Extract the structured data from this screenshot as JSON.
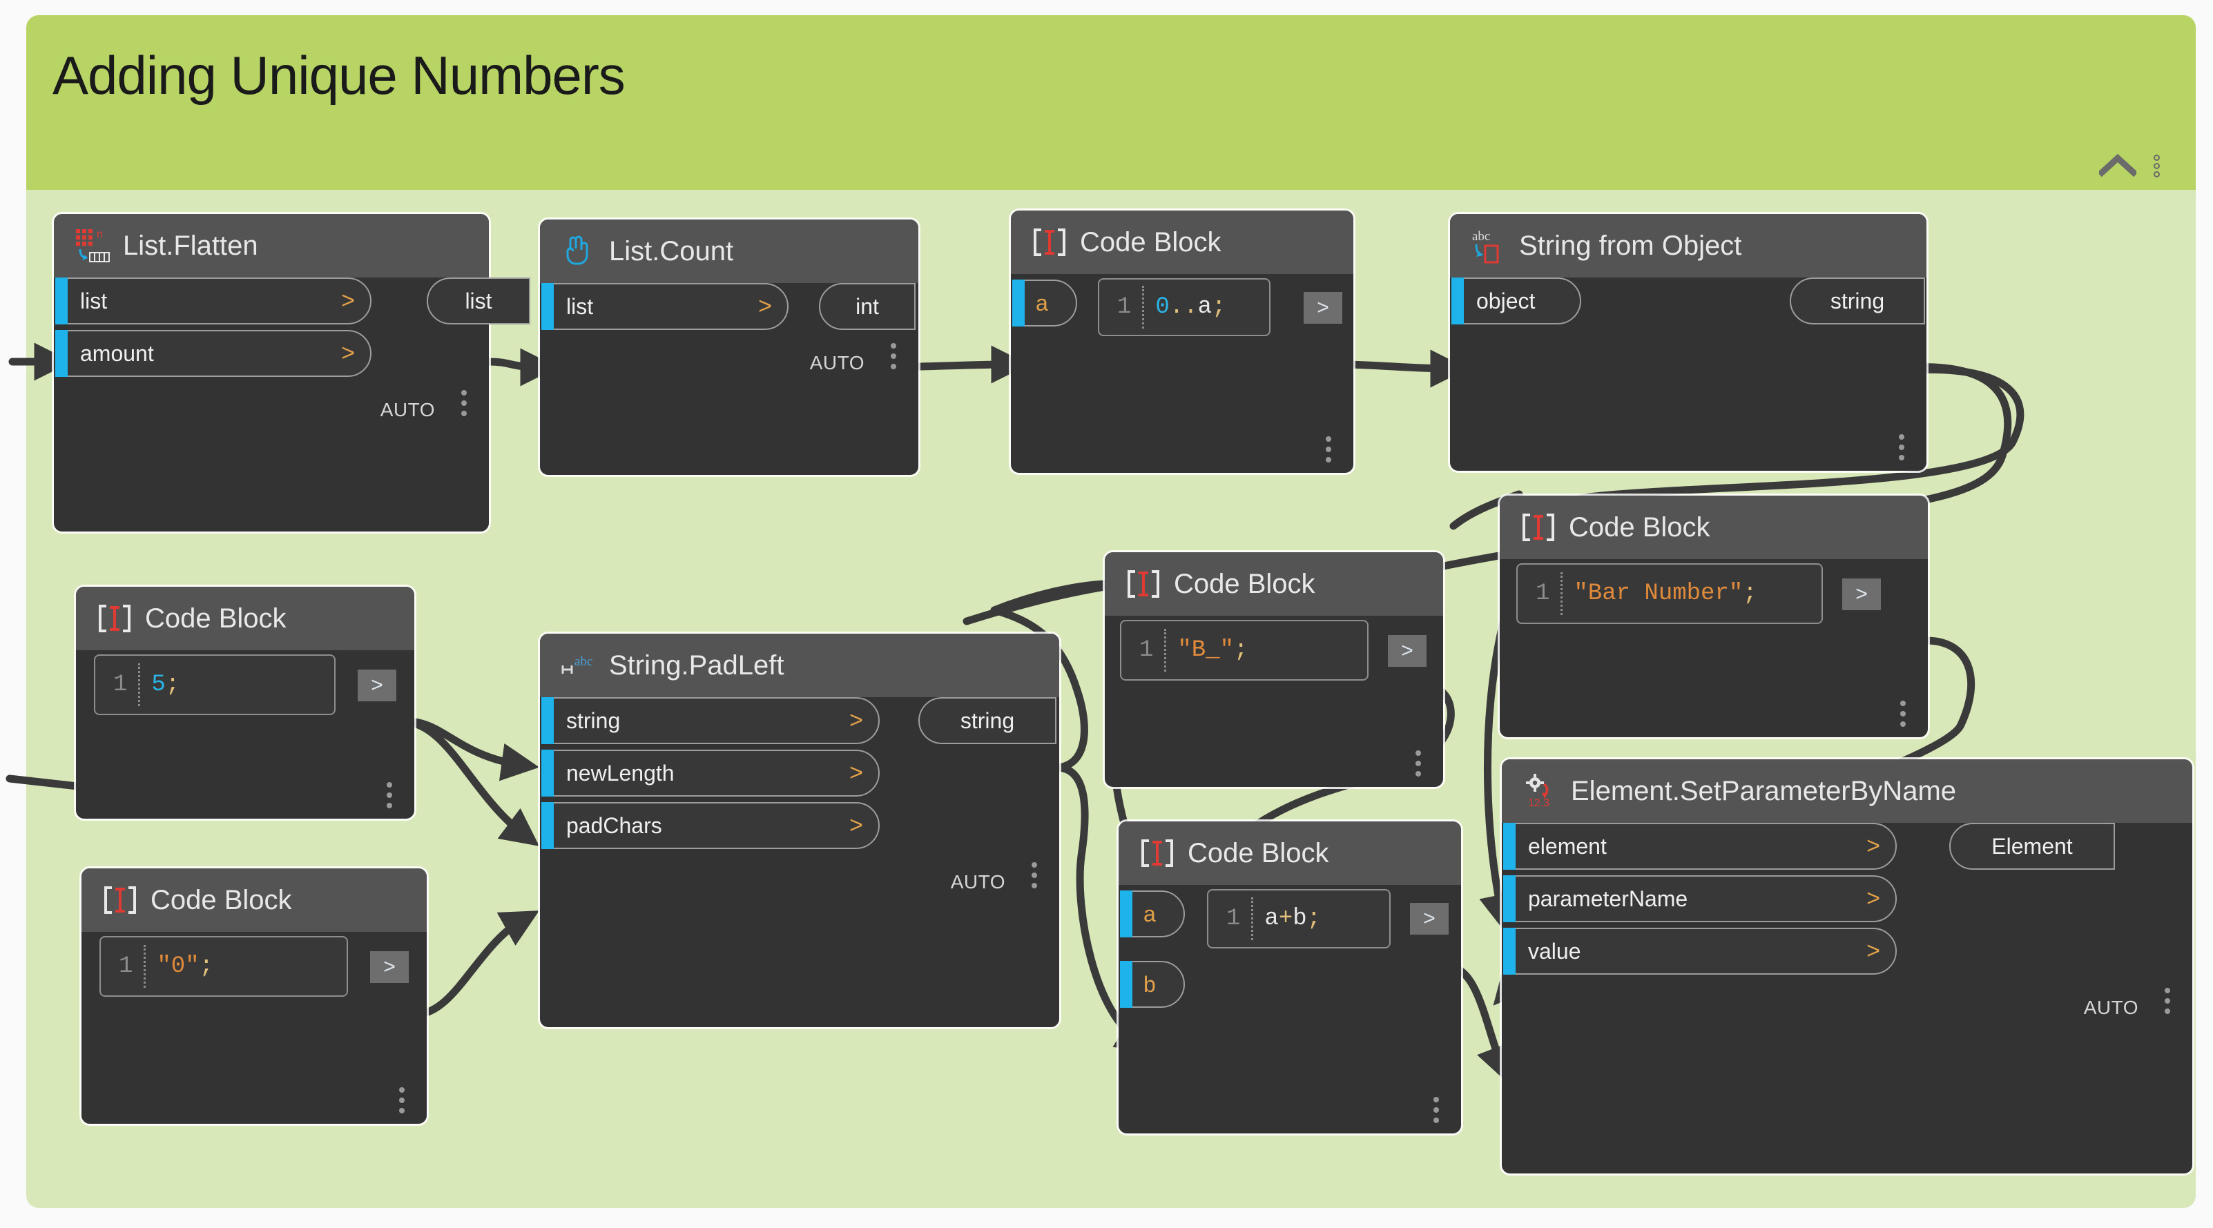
{
  "group": {
    "title": "Adding Unique Numbers",
    "header_color": "#b8d464",
    "body_color": "#d9e8b8",
    "collapse_icon": "chevron-up-icon",
    "menu_icon": "three-dots-icon"
  },
  "palette": {
    "node_head": "#545454",
    "node_body": "#333333",
    "port_accent": "#1eb4eb",
    "wire": "#3a3a3a",
    "number_token": "#2bb6e8",
    "string_token": "#e08a3c",
    "codeblock_icon_accent": "#e03a34"
  },
  "nodes": [
    {
      "id": "list-flatten",
      "title": "List.Flatten",
      "icon": "list-flatten-icon",
      "inputs": [
        {
          "name": "list",
          "chevron": ">"
        },
        {
          "name": "amount",
          "chevron": ">"
        }
      ],
      "outputs": [
        {
          "name": "list"
        }
      ],
      "lacing": "AUTO"
    },
    {
      "id": "list-count",
      "title": "List.Count",
      "icon": "list-count-icon",
      "inputs": [
        {
          "name": "list",
          "chevron": ">"
        }
      ],
      "outputs": [
        {
          "name": "int"
        }
      ],
      "lacing": "AUTO"
    },
    {
      "id": "code-block-range",
      "title": "Code Block",
      "icon": "code-block-icon",
      "inputs": [
        {
          "name": "a"
        }
      ],
      "line_number": "1",
      "code_tokens": [
        {
          "text": "0",
          "type": "num"
        },
        {
          "text": "..",
          "type": "pun"
        },
        {
          "text": "a",
          "type": "id"
        },
        {
          "text": ";",
          "type": "pun"
        }
      ],
      "code_text": "0..a;",
      "output_chevron": ">"
    },
    {
      "id": "string-from-object",
      "title": "String from Object",
      "icon": "string-from-object-icon",
      "inputs": [
        {
          "name": "object"
        }
      ],
      "outputs": [
        {
          "name": "string"
        }
      ]
    },
    {
      "id": "code-block-five",
      "title": "Code Block",
      "icon": "code-block-icon",
      "line_number": "1",
      "code_tokens": [
        {
          "text": "5",
          "type": "num"
        },
        {
          "text": ";",
          "type": "pun"
        }
      ],
      "code_text": "5;",
      "output_chevron": ">"
    },
    {
      "id": "code-block-zero",
      "title": "Code Block",
      "icon": "code-block-icon",
      "line_number": "1",
      "code_tokens": [
        {
          "text": "\"0\"",
          "type": "str"
        },
        {
          "text": ";",
          "type": "pun"
        }
      ],
      "code_text": "\"0\";",
      "output_chevron": ">"
    },
    {
      "id": "string-padleft",
      "title": "String.PadLeft",
      "icon": "string-padleft-icon",
      "inputs": [
        {
          "name": "string",
          "chevron": ">"
        },
        {
          "name": "newLength",
          "chevron": ">"
        },
        {
          "name": "padChars",
          "chevron": ">"
        }
      ],
      "outputs": [
        {
          "name": "string"
        }
      ],
      "lacing": "AUTO"
    },
    {
      "id": "code-block-bprefix",
      "title": "Code Block",
      "icon": "code-block-icon",
      "line_number": "1",
      "code_tokens": [
        {
          "text": "\"B_\"",
          "type": "str"
        },
        {
          "text": ";",
          "type": "pun"
        }
      ],
      "code_text": "\"B_\";",
      "output_chevron": ">"
    },
    {
      "id": "code-block-barnumber",
      "title": "Code Block",
      "icon": "code-block-icon",
      "line_number": "1",
      "code_tokens": [
        {
          "text": "\"Bar Number\"",
          "type": "str"
        },
        {
          "text": ";",
          "type": "pun"
        }
      ],
      "code_text": "\"Bar Number\";",
      "output_chevron": ">"
    },
    {
      "id": "code-block-concat",
      "title": "Code Block",
      "icon": "code-block-icon",
      "inputs": [
        {
          "name": "a"
        },
        {
          "name": "b"
        }
      ],
      "line_number": "1",
      "code_tokens": [
        {
          "text": "a",
          "type": "id"
        },
        {
          "text": "+",
          "type": "pun"
        },
        {
          "text": "b",
          "type": "id"
        },
        {
          "text": ";",
          "type": "pun"
        }
      ],
      "code_text": "a+b;",
      "output_chevron": ">"
    },
    {
      "id": "element-setparameterbyname",
      "title": "Element.SetParameterByName",
      "icon": "element-setparameter-icon",
      "inputs": [
        {
          "name": "element",
          "chevron": ">"
        },
        {
          "name": "parameterName",
          "chevron": ">"
        },
        {
          "name": "value",
          "chevron": ">"
        }
      ],
      "outputs": [
        {
          "name": "Element"
        }
      ],
      "lacing": "AUTO"
    }
  ]
}
